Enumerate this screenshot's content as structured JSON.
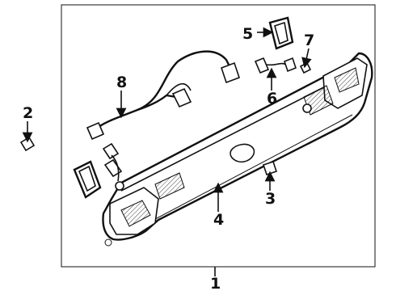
{
  "callouts": {
    "c1": "1",
    "c2": "2",
    "c3": "3",
    "c4": "4",
    "c5": "5",
    "c6": "6",
    "c7": "7",
    "c8": "8"
  },
  "colors": {
    "ink": "#111111",
    "paper": "#ffffff"
  }
}
